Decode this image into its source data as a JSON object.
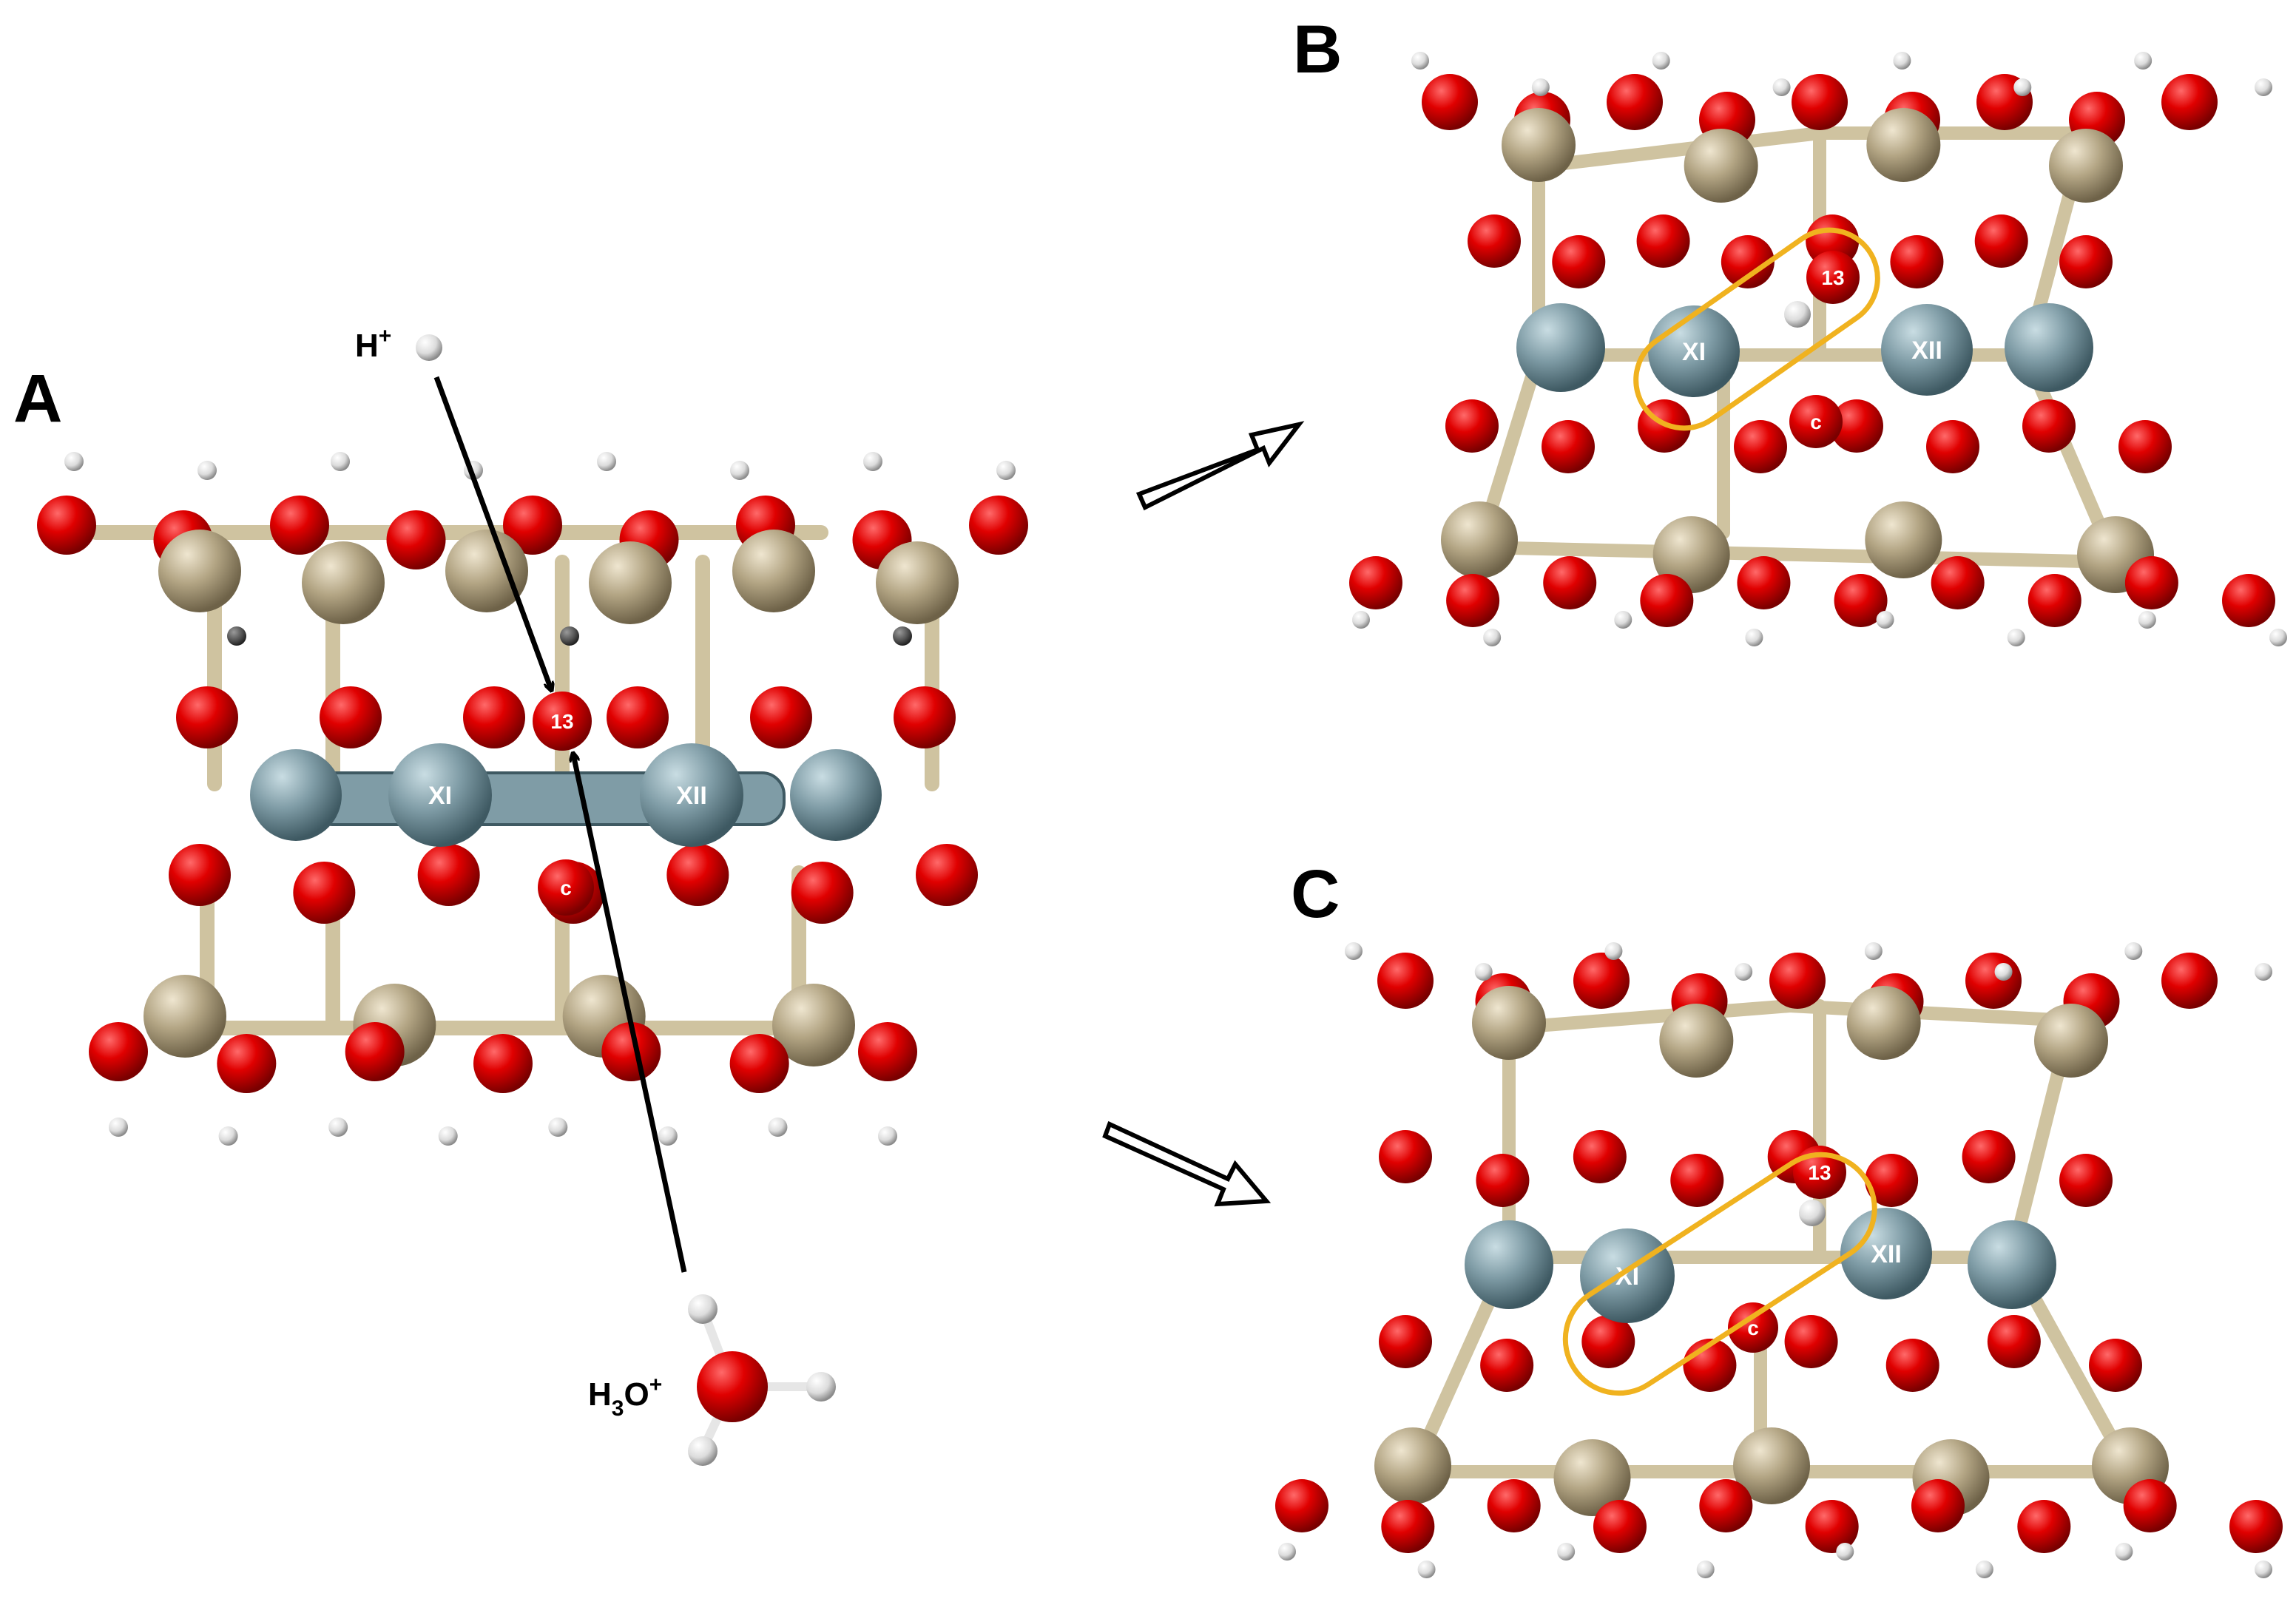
{
  "panels": {
    "a": {
      "letter": "A"
    },
    "b": {
      "letter": "B"
    },
    "c": {
      "letter": "C"
    }
  },
  "species": {
    "proton": {
      "main": "H",
      "sup": "+"
    },
    "hydronium": {
      "main": "H",
      "sub": "3",
      "o": "O",
      "sup": "+"
    }
  },
  "atom_labels": {
    "site_13": "13",
    "site_c": "c",
    "metal_xi": "XI",
    "metal_xii": "XII"
  },
  "colors": {
    "oxygen": "#e00000",
    "silicon": "#b3a584",
    "metal": "#7f9ca6",
    "hydrogen": "#e6e6e6",
    "hydrogen_dark": "#555555",
    "highlight": "#f0b21f",
    "bond": "#cfc3a0"
  }
}
